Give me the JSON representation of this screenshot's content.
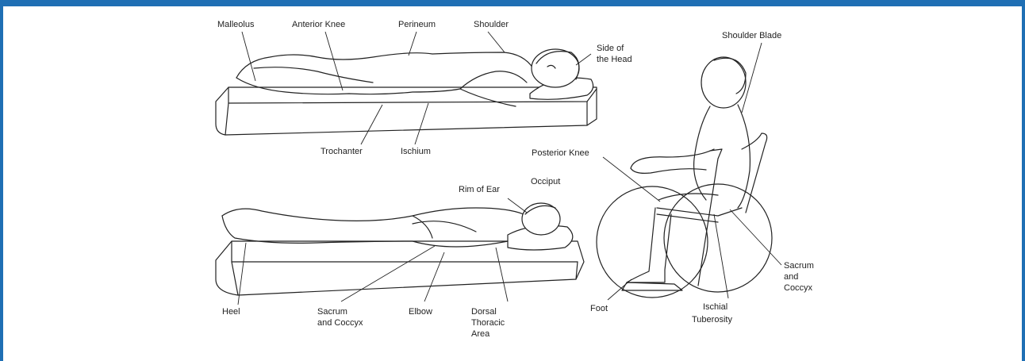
{
  "colors": {
    "frame": "#1f6fb4",
    "ink": "#222222",
    "background": "#ffffff"
  },
  "labels": {
    "malleolus": "Malleolus",
    "anterior_knee": "Anterior Knee",
    "perineum": "Perineum",
    "shoulder": "Shoulder",
    "side_of_head": [
      "Side of",
      "the Head"
    ],
    "trochanter": "Trochanter",
    "ischium": "Ischium",
    "rim_of_ear": "Rim of Ear",
    "occiput": "Occiput",
    "heel": "Heel",
    "sacrum_coccyx_supine": [
      "Sacrum",
      "and Coccyx"
    ],
    "elbow": "Elbow",
    "dorsal_thoracic": [
      "Dorsal",
      "Thoracic",
      "Area"
    ],
    "shoulder_blade": "Shoulder Blade",
    "posterior_knee": "Posterior Knee",
    "foot": "Foot",
    "ischial_tuberosity": [
      "Ischial",
      "Tuberosity"
    ],
    "sacrum_coccyx_seated": [
      "Sacrum",
      "and",
      "Coccyx"
    ]
  }
}
